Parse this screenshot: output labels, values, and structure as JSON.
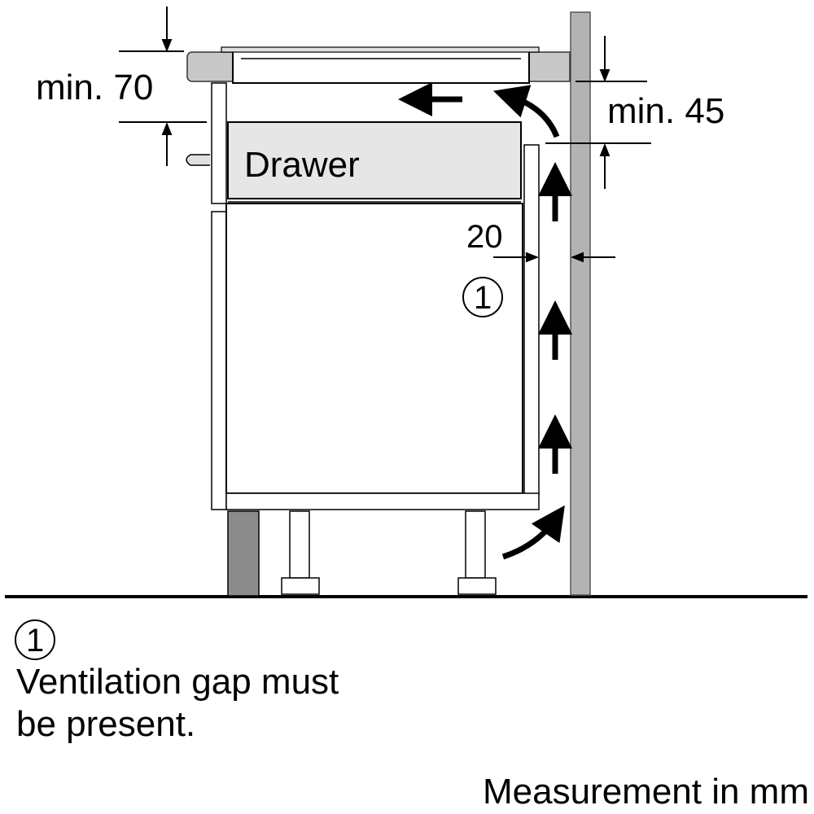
{
  "labels": {
    "top_left_dim": "min. 70",
    "right_dim": "min. 45",
    "gap_dim": "20",
    "drawer": "Drawer",
    "callout_number": "1"
  },
  "legend": {
    "number": "1",
    "line1": "Ventilation gap must",
    "line2": "be present."
  },
  "units_note": "Measurement in mm",
  "colors": {
    "wall": "#b3b3b3",
    "plinth": "#8c8c8c",
    "drawer_fill": "#e6e6e6",
    "hob_frame": "#c8c8c8",
    "line": "#000000"
  }
}
